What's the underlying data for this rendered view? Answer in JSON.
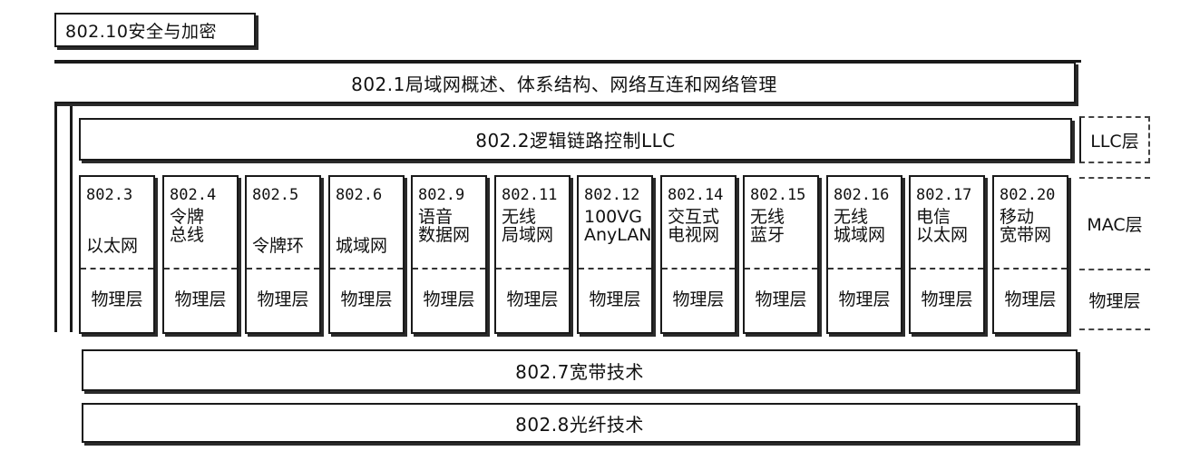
{
  "security": "802.10安全与加密",
  "overview": "802.1局域网概述、体系结构、网络互连和网络管理",
  "llc": "802.2逻辑链路控制LLC",
  "side_labels": {
    "llc": "LLC层",
    "mac": "MAC层",
    "phy": "物理层"
  },
  "columns": [
    {
      "std": "802.3",
      "name": "以太网",
      "phy": "物理层"
    },
    {
      "std": "802.4",
      "name": "令牌\n总线",
      "phy": "物理层"
    },
    {
      "std": "802.5",
      "name": "令牌环",
      "phy": "物理层"
    },
    {
      "std": "802.6",
      "name": "城域网",
      "phy": "物理层"
    },
    {
      "std": "802.9",
      "name": "语音\n数据网",
      "phy": "物理层"
    },
    {
      "std": "802.11",
      "name": "无线\n局域网",
      "phy": "物理层"
    },
    {
      "std": "802.12",
      "name": "100VG\nAnyLAN",
      "phy": "物理层"
    },
    {
      "std": "802.14",
      "name": "交互式\n电视网",
      "phy": "物理层"
    },
    {
      "std": "802.15",
      "name": "无线\n蓝牙",
      "phy": "物理层"
    },
    {
      "std": "802.16",
      "name": "无线\n城域网",
      "phy": "物理层"
    },
    {
      "std": "802.17",
      "name": "电信\n以太网",
      "phy": "物理层"
    },
    {
      "std": "802.20",
      "name": "移动\n宽带网",
      "phy": "物理层"
    }
  ],
  "broadband": "802.7宽带技术",
  "fiber": "802.8光纤技术"
}
